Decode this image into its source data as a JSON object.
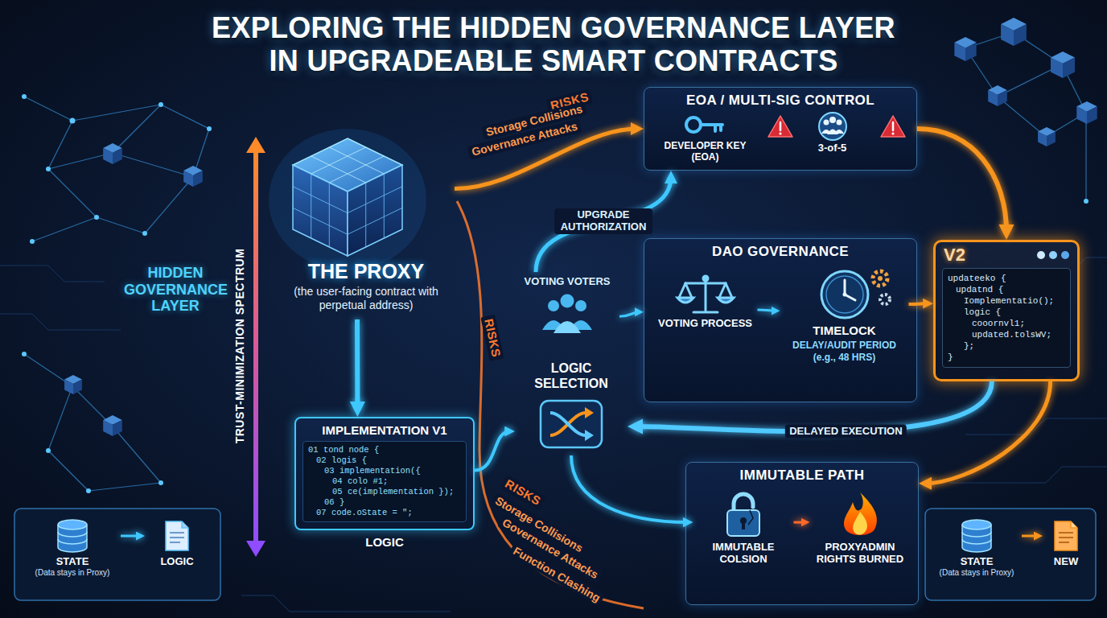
{
  "diagram": {
    "title": "EXPLORING THE HIDDEN GOVERNANCE LAYER IN UPGRADEABLE SMART CONTRACTS",
    "nodes": [
      {
        "text": [
          "THE PROXY",
          "(the user-facing contract with perpetual address)"
        ]
      },
      {
        "text": [
          "EOA / MULTI-SIG CONTROL"
        ]
      },
      {
        "text": [
          "DEVELOPER KEY (EOA)"
        ],
        "in": 1
      },
      {
        "text": [
          "3-of-5"
        ],
        "in": 1
      },
      {
        "text": [
          "VOTING VOTERS"
        ]
      },
      {
        "text": [
          "DAO GOVERNANCE"
        ]
      },
      {
        "text": [
          "VOTING PROCESS"
        ],
        "in": 5
      },
      {
        "text": [
          "TIMELOCK",
          "DELAY/AUDIT PERIOD (e.g., 48 HRS)"
        ],
        "in": 5
      },
      {
        "text": [
          "V2",
          "updateeko {",
          "updatnd {",
          "Iomplementatio();",
          "logic {",
          "cooornvl1;",
          "updated.tolsWV;",
          "};",
          "}"
        ]
      },
      {
        "text": [
          "LOGIC SELECTION"
        ]
      },
      {
        "text": [
          "IMPLEMENTATION V1",
          "01 tond node {",
          "02 logis {",
          "03 implementation({",
          "04 colo #1;",
          "05 ce(implementation });",
          "06 }",
          "07 code.oState = \";",
          "LOGIC"
        ]
      },
      {
        "text": [
          "IMMUTABLE PATH"
        ]
      },
      {
        "text": [
          "IMMUTABLE COLSION"
        ],
        "in": 11
      },
      {
        "text": [
          "PROXYADMIN RIGHTS BURNED"
        ],
        "in": 11
      },
      {
        "text": [
          "STATE",
          "(Data stays in Proxy)"
        ]
      },
      {
        "text": [
          "LOGIC"
        ]
      },
      {
        "text": [
          "STATE",
          "(Data stays in Proxy)"
        ]
      },
      {
        "text": [
          "NEW"
        ]
      }
    ],
    "edges": [
      {
        "from": 0,
        "to": 10,
        "arrow": "to"
      },
      {
        "from": 10,
        "to": 9,
        "arrow": "to"
      },
      {
        "from": 0,
        "to": 1,
        "arrow": "to"
      },
      {
        "from": 4,
        "to": 1,
        "label": "UPGRADE AUTHORIZATION",
        "arrow": "to"
      },
      {
        "from": 4,
        "to": 5,
        "arrow": "to"
      },
      {
        "from": 6,
        "to": 7,
        "arrow": "to"
      },
      {
        "from": 1,
        "to": 8,
        "arrow": "to"
      },
      {
        "from": 7,
        "to": 8,
        "arrow": "to"
      },
      {
        "from": 8,
        "to": 9,
        "label": "DELAYED EXECUTION",
        "arrow": "to"
      },
      {
        "from": 9,
        "to": 12,
        "arrow": "to"
      },
      {
        "from": 12,
        "to": 13,
        "arrow": "to"
      },
      {
        "from": 8,
        "to": 11,
        "arrow": "to"
      },
      {
        "from": 14,
        "to": 15,
        "arrow": "to"
      },
      {
        "from": 16,
        "to": 17,
        "arrow": "to"
      }
    ],
    "labels": [
      "HIDDEN GOVERNANCE LAYER",
      "TRUST-MINIMIZATION SPECTRUM",
      "RISKS",
      "Storage Collisions",
      "Governance Attacks",
      "RISKS",
      "RISKS",
      "Storage Collisions",
      "Governance Attacks",
      "Function Clashing"
    ]
  }
}
